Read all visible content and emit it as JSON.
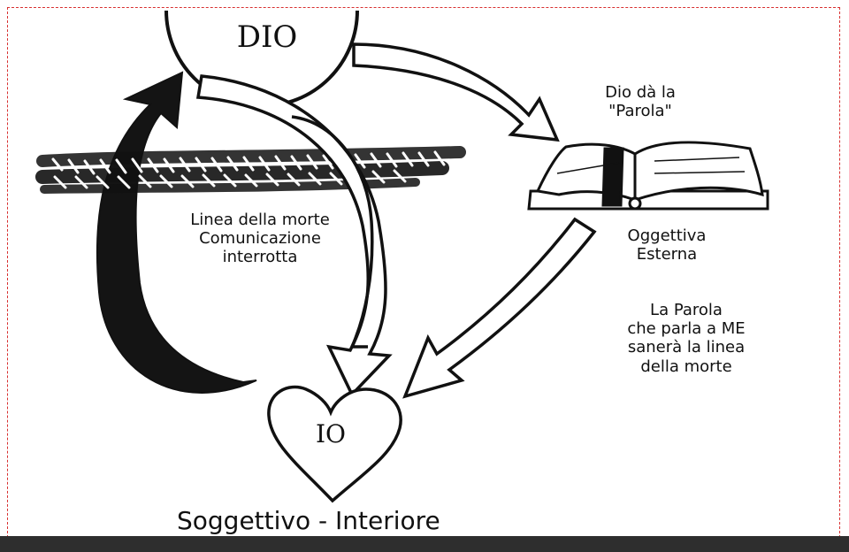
{
  "diagram": {
    "nodes": {
      "god": "DIO",
      "me": "IO",
      "book_caption": [
        "Dio dà la",
        "\"Parola\""
      ],
      "book_subcaption": [
        "Oggettiva",
        "Esterna"
      ]
    },
    "death_line": [
      "Linea della morte",
      "Comunicazione",
      "interrotta"
    ],
    "healing_note": [
      "La Parola",
      "che parla a ME",
      "sanerà la linea",
      "della morte"
    ],
    "footer": "Soggettivo - Interiore"
  }
}
